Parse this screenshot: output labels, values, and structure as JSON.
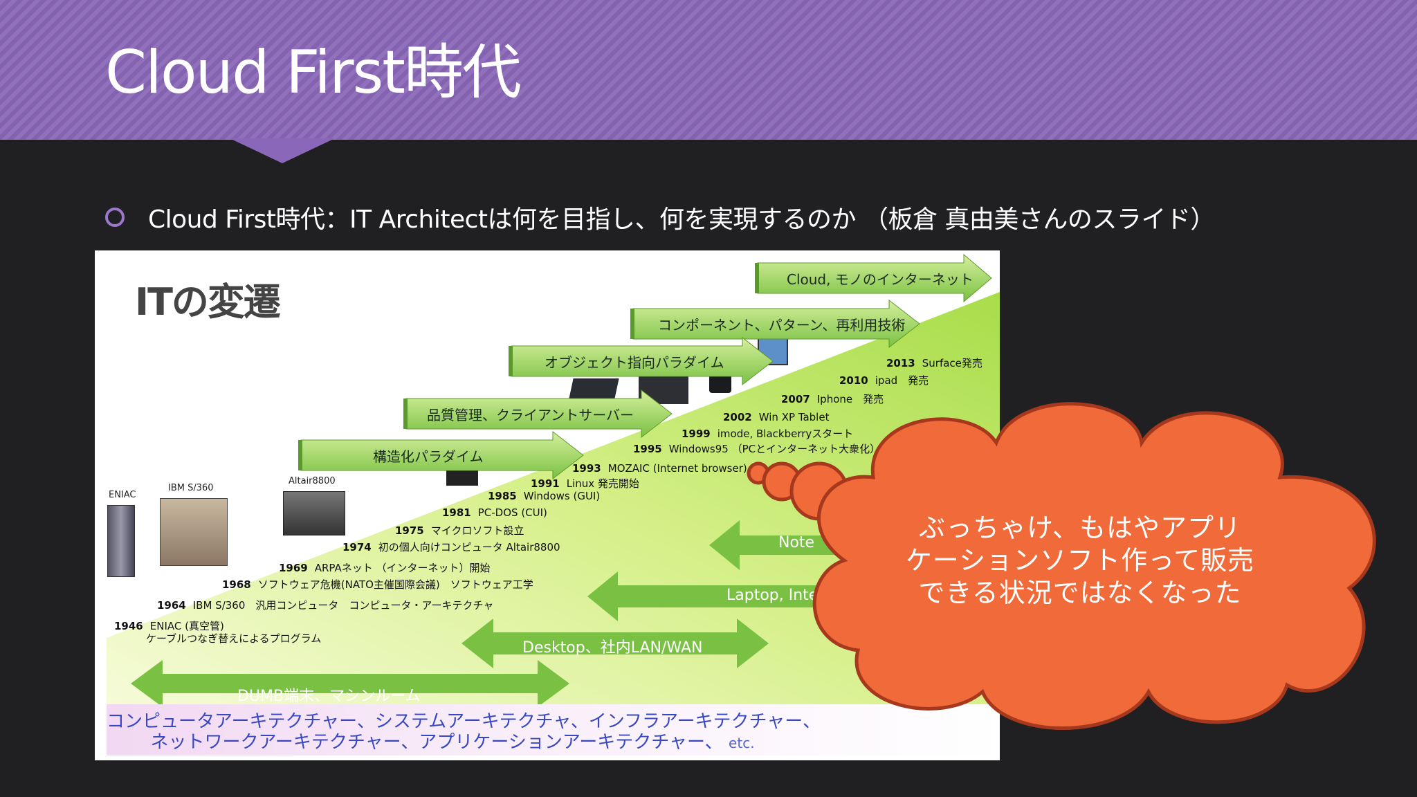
{
  "slide": {
    "title": "Cloud First時代",
    "bullet": "Cloud First時代：IT Architectは何を目指し、何を実現するのか （板倉 真由美さんのスライド）"
  },
  "figure": {
    "title": "ITの変遷",
    "timeline": [
      {
        "year": "2013",
        "text": "Surface発売"
      },
      {
        "year": "2010",
        "text": "ipad　発売"
      },
      {
        "year": "2007",
        "text": "Iphone　発売"
      },
      {
        "year": "2002",
        "text": "Win XP Tablet"
      },
      {
        "year": "1999",
        "text": "imode, Blackberryスタート"
      },
      {
        "year": "1995",
        "text": "Windows95 （PCとインターネット大衆化）"
      },
      {
        "year": "1993",
        "text": "MOZAIC (Internet browser)"
      },
      {
        "year": "1991",
        "text": "Linux 発売開始"
      },
      {
        "year": "1985",
        "text": "Windows (GUI)"
      },
      {
        "year": "1981",
        "text": "PC-DOS (CUI)"
      },
      {
        "year": "1975",
        "text": "マイクロソフト設立"
      },
      {
        "year": "1974",
        "text": "初の個人向けコンピュータ Altair8800"
      },
      {
        "year": "1969",
        "text": "ARPAネット （インターネット）開始"
      },
      {
        "year": "1968",
        "text": "ソフトウェア危機(NATO主催国際会議)　ソフトウェア工学"
      },
      {
        "year": "1964",
        "text": "IBM S/360　汎用コンピュータ　コンピュータ・アーキテクチャ"
      },
      {
        "year": "1946",
        "text": "ENIAC (真空管)"
      }
    ],
    "timeline_extra": "ケーブルつなぎ替えによるプログラム",
    "icon_labels": {
      "eniac": "ENIAC",
      "ibm": "IBM S/360",
      "altair": "Altair8800"
    },
    "paradigm_arrows": [
      "Cloud, モノのインターネット",
      "コンポーネント、パターン、再利用技術",
      "オブジェクト指向パラダイム",
      "品質管理、クライアントサーバー",
      "構造化パラダイム"
    ],
    "env_arrows": [
      "Note",
      "Laptop, Interne",
      "Desktop、社内LAN/WAN",
      "DUMB端末、マシンルーム"
    ],
    "bottom_band": {
      "line1": "コンピュータアーキテクチャー、システムアーキテクチャ、インフラアーキテクチャー、",
      "line2_main": "ネットワークアーキテクチャー、アプリケーションアーキテクチャー、",
      "line2_etc": "etc."
    }
  },
  "cloud_bubble": {
    "line1": "ぶっちゃけ、もはやアプリ",
    "line2": "ケーションソフト作って販売",
    "line3": "できる状況ではなくなった"
  },
  "colors": {
    "header": "#8a67b8",
    "background": "#201f22",
    "bullet": "#9b78cc",
    "cloud": "#f06a3a",
    "cloud_border": "#a6381d",
    "arrow_green": "#7ac143",
    "band_text": "#3948c2"
  }
}
